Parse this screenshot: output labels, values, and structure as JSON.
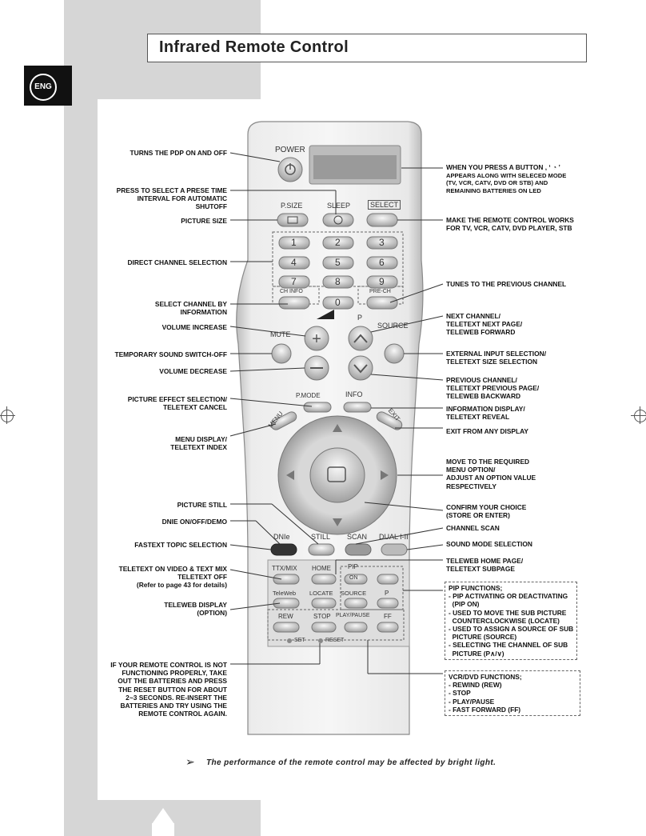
{
  "header": {
    "title": "Infrared Remote Control",
    "language_tab": "ENG"
  },
  "left_labels": [
    {
      "id": "power",
      "lines": [
        "TURNS THE PDP ON AND OFF"
      ]
    },
    {
      "id": "sleep",
      "lines": [
        "PRESS TO SELECT A PRESE TIME",
        "INTERVAL FOR AUTOMATIC",
        "SHUTOFF"
      ]
    },
    {
      "id": "psize",
      "lines": [
        "PICTURE SIZE"
      ]
    },
    {
      "id": "direct",
      "lines": [
        "DIRECT CHANNEL SELECTION"
      ]
    },
    {
      "id": "chinfo",
      "lines": [
        "SELECT CHANNEL BY",
        "INFORMATION"
      ]
    },
    {
      "id": "volup",
      "lines": [
        "VOLUME INCREASE"
      ]
    },
    {
      "id": "mute",
      "lines": [
        "TEMPORARY SOUND SWITCH-OFF"
      ]
    },
    {
      "id": "voldown",
      "lines": [
        "VOLUME DECREASE"
      ]
    },
    {
      "id": "pmode",
      "lines": [
        "PICTURE EFFECT SELECTION/",
        "TELETEXT CANCEL"
      ]
    },
    {
      "id": "menu",
      "lines": [
        "MENU DISPLAY/",
        "TELETEXT INDEX"
      ]
    },
    {
      "id": "still",
      "lines": [
        "PICTURE STILL"
      ]
    },
    {
      "id": "dnie",
      "lines": [
        "DNIe ON/OFF/DEMO"
      ]
    },
    {
      "id": "fastext",
      "lines": [
        "FASTEXT TOPIC SELECTION"
      ]
    },
    {
      "id": "ttx",
      "lines": [
        "TELETEXT ON VIDEO & TEXT MIX",
        "TELETEXT OFF",
        "(Refer to page 43 for details)"
      ]
    },
    {
      "id": "teleweb",
      "lines": [
        "TELEWEB DISPLAY",
        "(OPTION)"
      ]
    },
    {
      "id": "reset",
      "lines": [
        "IF YOUR REMOTE CONTROL IS NOT",
        "FUNCTIONING PROPERLY, TAKE",
        "OUT THE BATTERIES AND PRESS",
        "THE RESET BUTTON FOR ABOUT",
        "2~3 SECONDS. RE-INSERT THE",
        "BATTERIES AND TRY  USING THE",
        "REMOTE CONTROL AGAIN."
      ]
    }
  ],
  "right_labels": [
    {
      "id": "led",
      "lines": [
        "WHEN YOU PRESS A BUTTON , ‘ ὏6 ’",
        "APPEARS ALONG WITH SELECED MODE",
        "(TV, VCR, CATV, DVD OR STB) AND",
        "REMAINING BATTERIES ON LED"
      ]
    },
    {
      "id": "select",
      "lines": [
        "MAKE THE REMOTE CONTROL WORKS",
        "FOR TV, VCR, CATV, DVD PLAYER, STB"
      ]
    },
    {
      "id": "prech",
      "lines": [
        "TUNES TO THE PREVIOUS CHANNEL"
      ]
    },
    {
      "id": "pup",
      "lines": [
        "NEXT CHANNEL/",
        "TELETEXT NEXT PAGE/",
        "TELEWEB FORWARD"
      ]
    },
    {
      "id": "source",
      "lines": [
        "EXTERNAL INPUT SELECTION/",
        "TELETEXT SIZE SELECTION"
      ]
    },
    {
      "id": "pdown",
      "lines": [
        "PREVIOUS CHANNEL/",
        "TELETEXT PREVIOUS PAGE/",
        "TELEWEB BACKWARD"
      ]
    },
    {
      "id": "info",
      "lines": [
        "INFORMATION DISPLAY/",
        "TELETEXT REVEAL"
      ]
    },
    {
      "id": "exit",
      "lines": [
        "EXIT FROM ANY DISPLAY"
      ]
    },
    {
      "id": "arrows",
      "lines": [
        "MOVE TO THE REQUIRED",
        "MENU OPTION/",
        "ADJUST AN OPTION VALUE",
        "RESPECTIVELY"
      ]
    },
    {
      "id": "enter",
      "lines": [
        "CONFIRM YOUR CHOICE",
        "(STORE OR ENTER)"
      ]
    },
    {
      "id": "scan",
      "lines": [
        "CHANNEL SCAN"
      ]
    },
    {
      "id": "dual",
      "lines": [
        "SOUND MODE SELECTION"
      ]
    },
    {
      "id": "home",
      "lines": [
        "TELEWEB HOME PAGE/",
        "TELETEXT SUBPAGE"
      ]
    },
    {
      "id": "pip",
      "lines": [
        "PIP FUNCTIONS;",
        "- PIP ACTIVATING OR DEACTIVATING",
        "  (PIP ON)",
        "- USED TO MOVE THE SUB PICTURE",
        "  COUNTERCLOCKWISE (LOCATE)",
        "- USED TO ASSIGN A SOURCE OF SUB",
        "  PICTURE (SOURCE)",
        "- SELECTING THE CHANNEL OF SUB",
        "  PICTURE (P∧/∨)"
      ]
    },
    {
      "id": "vcr",
      "lines": [
        "VCR/DVD FUNCTIONS;",
        "- REWIND (REW)",
        "- STOP",
        "- PLAY/PAUSE",
        "- FAST FORWARD (FF)"
      ]
    }
  ],
  "remote": {
    "power": "POWER",
    "psize": "P.SIZE",
    "sleep": "SLEEP",
    "select": "SELECT",
    "digits": [
      "1",
      "2",
      "3",
      "4",
      "5",
      "6",
      "7",
      "8",
      "9",
      "0"
    ],
    "chinfo": "CH INFO",
    "prech": "PRE-CH",
    "p": "P",
    "source": "SOURCE",
    "mute": "MUTE",
    "pmode": "P.MODE",
    "info": "INFO",
    "menu": "MENU",
    "exit": "EXIT",
    "dnie": "DNIe",
    "still": "STILL",
    "scan": "SCAN",
    "dual": "DUAL I-II",
    "ttx": "TTX/MIX",
    "home": "HOME",
    "pip": "PIP",
    "on": "ON",
    "teleweb": "TeleWeb",
    "locate": "LOCATE",
    "source2": "SOURCE",
    "p2": "P",
    "rew": "REW",
    "stop": "STOP",
    "playpause": "PLAY/PAUSE",
    "ff": "FF",
    "set": "SET",
    "reset": "RESET"
  },
  "footnote": "The performance of the remote control may be affected by bright light."
}
